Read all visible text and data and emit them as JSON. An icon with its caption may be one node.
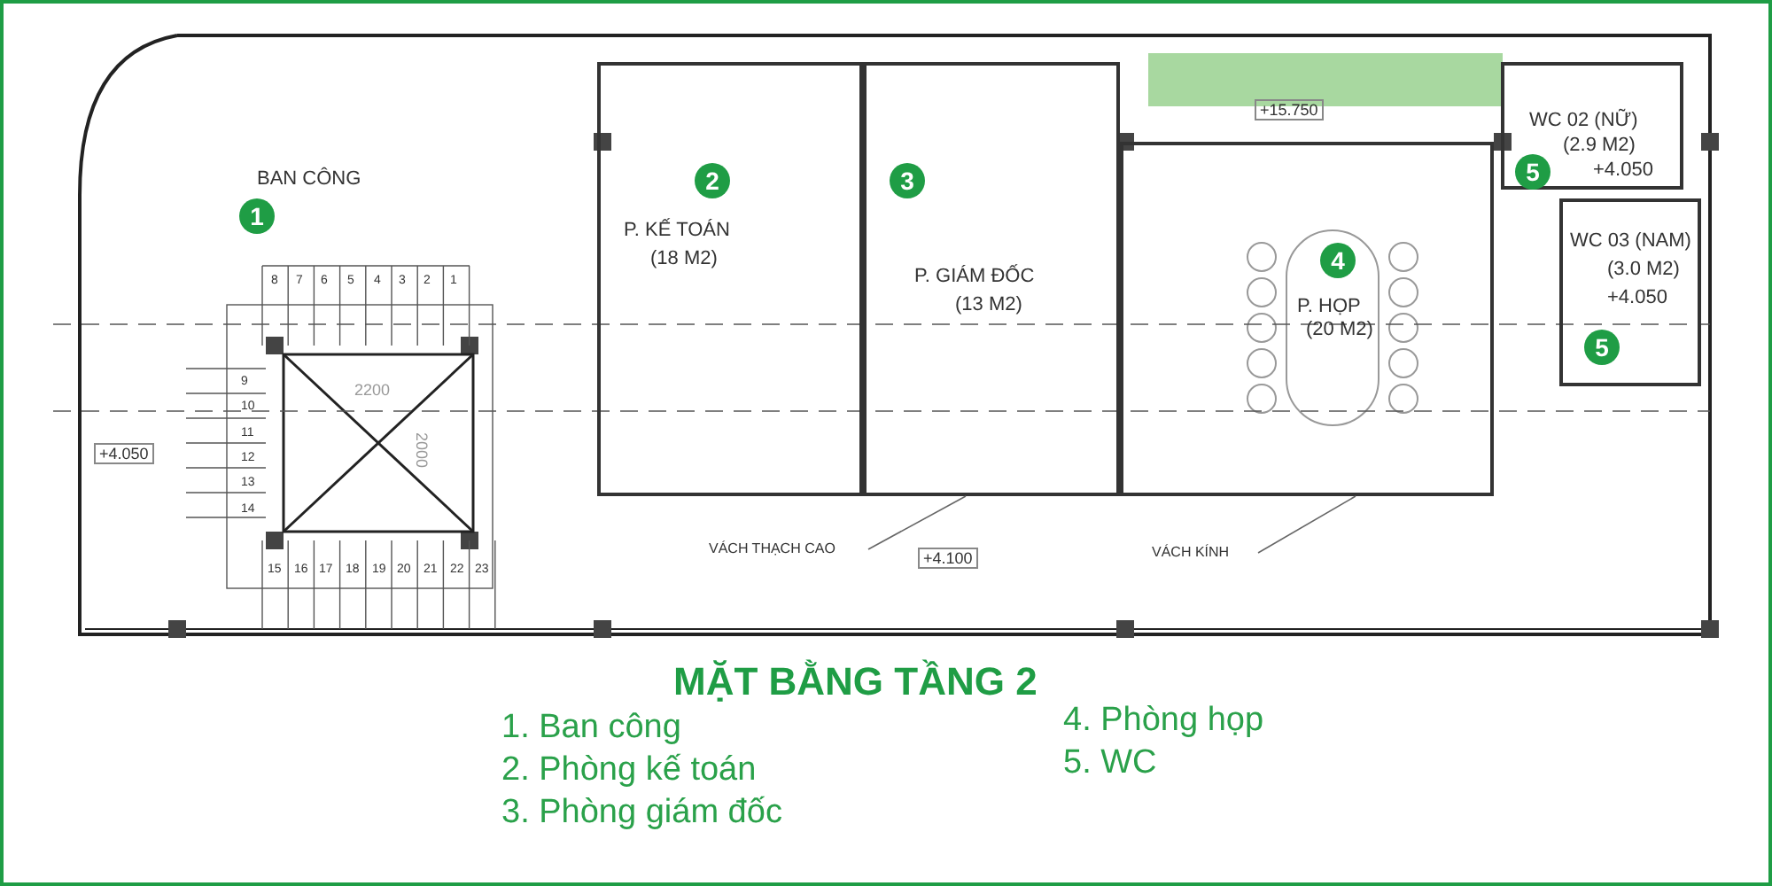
{
  "diagram": {
    "title": "MẶT BẰNG TẦNG 2",
    "nodes": [
      {
        "text": [
          "BAN CÔNG",
          "1"
        ]
      },
      {
        "text": [
          "2",
          "P. KẾ TOÁN",
          "(18 M2)"
        ]
      },
      {
        "text": [
          "3",
          "P. GIÁM ĐỐC",
          "(13 M2)"
        ]
      },
      {
        "text": [
          "4",
          "P. HỌP",
          "(20 M2)"
        ]
      },
      {
        "text": [
          "WC 02 (NỮ)",
          "(2.9 M2)",
          "+4.050",
          "5"
        ]
      },
      {
        "text": [
          "WC 03 (NAM)",
          "(3.0 M2)",
          "+4.050",
          "5"
        ]
      },
      {
        "text": [
          "VÁCH THẠCH CAO"
        ]
      },
      {
        "text": [
          "VÁCH KÍNH"
        ]
      }
    ],
    "edges": [
      {
        "from": 6,
        "to": 2,
        "arrow": "none"
      },
      {
        "from": 7,
        "to": 3,
        "arrow": "none"
      }
    ],
    "labels": [
      "+15.750",
      "8",
      "7",
      "6",
      "5",
      "4",
      "3",
      "2",
      "1",
      "9",
      "10",
      "11",
      "12",
      "13",
      "14",
      "2200",
      "2000",
      "+4.050",
      "15",
      "16",
      "17",
      "18",
      "19",
      "20",
      "21",
      "22",
      "23",
      "+4.100",
      "1. Ban công",
      "2. Phòng kế toán",
      "3. Phòng giám đốc",
      "4. Phòng họp",
      "5. WC"
    ]
  }
}
